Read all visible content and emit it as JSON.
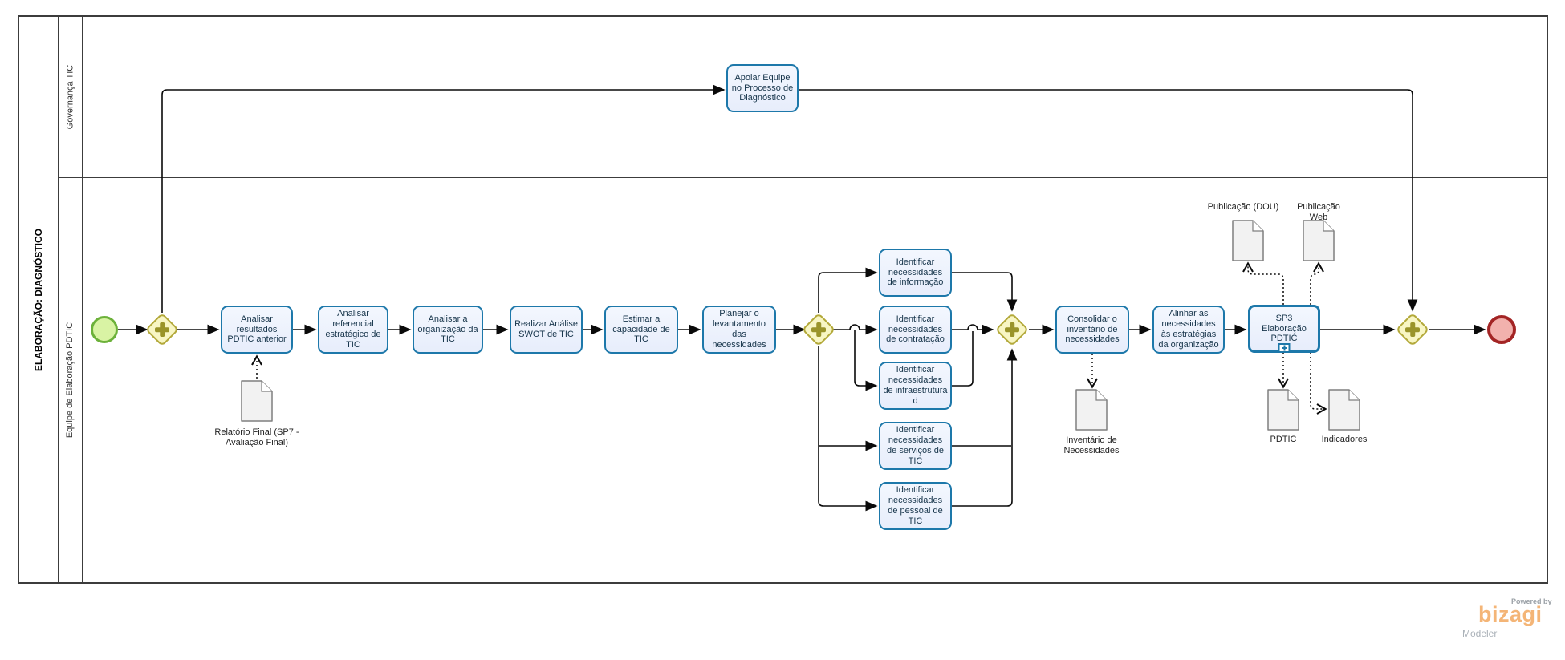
{
  "pool": {
    "title": "ELABORAÇÃO: DIAGNÓSTICO",
    "lanes": [
      {
        "label": "Governança TIC"
      },
      {
        "label": "Equipe de Elaboração PDTIC"
      }
    ]
  },
  "tasks": {
    "apoiar": "Apoiar Equipe no Processo de Diagnóstico",
    "analisar_resultados": "Analisar resultados PDTIC anterior",
    "analisar_referencial": "Analisar referencial estratégico de TIC",
    "analisar_organizacao": "Analisar a organização da TIC",
    "realizar_swot": "Realizar Análise SWOT de TIC",
    "estimar_capacidade": "Estimar a capacidade de TIC",
    "planejar_levantamento": "Planejar o levantamento das necessidades",
    "ident_informacao": "Identificar necessidades de informação",
    "ident_contratacao": "Identificar necessidades de contratação",
    "ident_infraestrutura": "Identificar necessidades de infraestrutura d",
    "ident_servicos": "Identificar necessidades de serviços de TIC",
    "ident_pessoal": "Identificar necessidades de pessoal de TIC",
    "consolidar": "Consolidar o inventário de necessidades",
    "alinhar": "Alinhar as necessidades às estratégias da organização",
    "sp3": "SP3 Elaboração PDTIC"
  },
  "data_objects": {
    "relatorio": "Relatório Final (SP7 - Avaliação Final)",
    "inventario": "Inventário de Necessidades",
    "pub_dou": "Publicação (DOU)",
    "pub_web_line1": "Publicação",
    "pub_web_line2": "Web",
    "pdtic": "PDTIC",
    "indicadores": "Indicadores"
  },
  "branding": {
    "powered_by": "Powered by",
    "brand": "bizagi",
    "product": "Modeler"
  },
  "colors": {
    "task_fill": "#e7edfb",
    "task_border": "#1d78aa",
    "gateway_fill": "#f8f6c4",
    "gateway_border": "#b3a93a",
    "gateway_symbol": "#9a942a",
    "start_fill": "#d9f3a4",
    "start_border": "#6cb13a",
    "end_fill": "#f2b1ad",
    "end_border": "#a32424",
    "doc_fill": "#f2f2f2",
    "doc_border": "#7f7f7f",
    "flow": "#0a0a0a",
    "brand_orange": "#f4b577"
  }
}
